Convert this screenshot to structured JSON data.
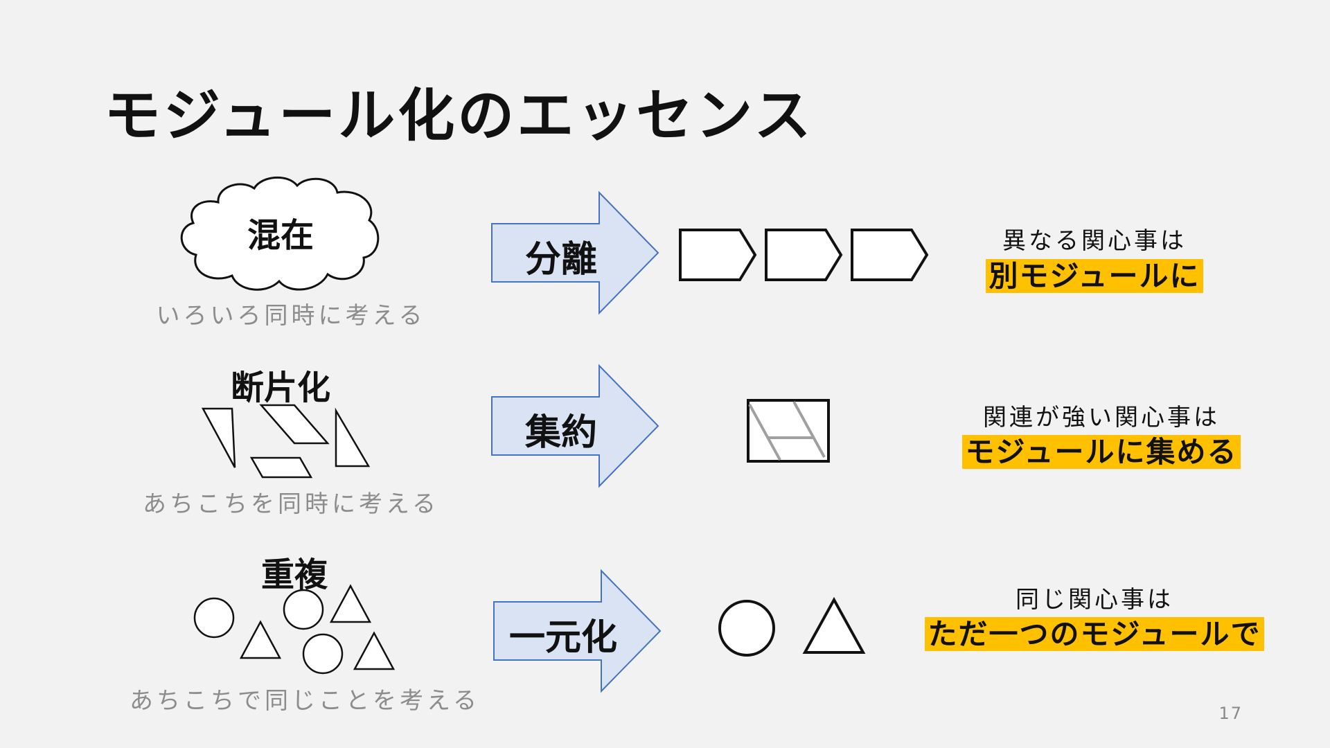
{
  "title": "モジュール化のエッセンス",
  "rows": [
    {
      "problem": "混在",
      "caption": "いろいろ同時に考える",
      "action": "分離",
      "result_sub": "異なる関心事は",
      "result_main": "別モジュールに"
    },
    {
      "problem": "断片化",
      "caption": "あちこちを同時に考える",
      "action": "集約",
      "result_sub": "関連が強い関心事は",
      "result_main": "モジュールに集める"
    },
    {
      "problem": "重複",
      "caption": "あちこちで同じことを考える",
      "action": "一元化",
      "result_sub": "同じ関心事は",
      "result_main": "ただ一つのモジュールで"
    }
  ],
  "page_number": "17",
  "colors": {
    "background": "#f2f2f2",
    "arrow_fill": "#dae3f3",
    "arrow_stroke": "#4472c4",
    "highlight": "#ffc000",
    "caption": "#8c8c8c"
  }
}
